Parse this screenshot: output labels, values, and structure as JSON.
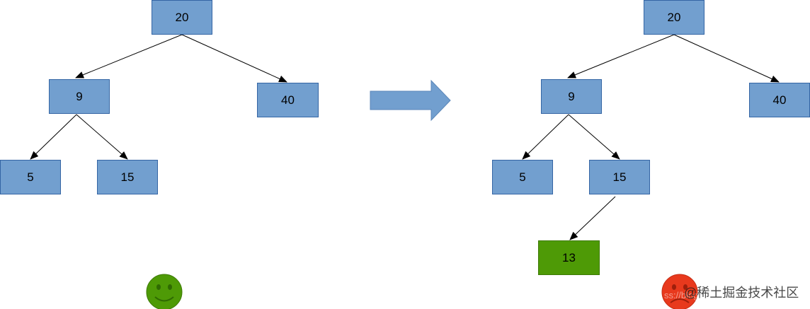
{
  "left_tree": {
    "root": "20",
    "left_child": "9",
    "right_child": "40",
    "left_left": "5",
    "left_right": "15"
  },
  "right_tree": {
    "root": "20",
    "left_child": "9",
    "right_child": "40",
    "left_left": "5",
    "left_right": "15",
    "inserted": "13"
  },
  "status": {
    "left_face": "smiley-icon",
    "left_face_color": "#4e9a06",
    "right_face": "frown-icon",
    "right_face_color": "#e8391d"
  },
  "colors": {
    "node_fill": "#729fcf",
    "node_border": "#3465a4",
    "inserted_fill": "#4e9a06",
    "arrow_fill": "#729fcf"
  },
  "watermark": {
    "text": "@稀土掘金技术社区",
    "url_fragment": "ss://blog"
  }
}
